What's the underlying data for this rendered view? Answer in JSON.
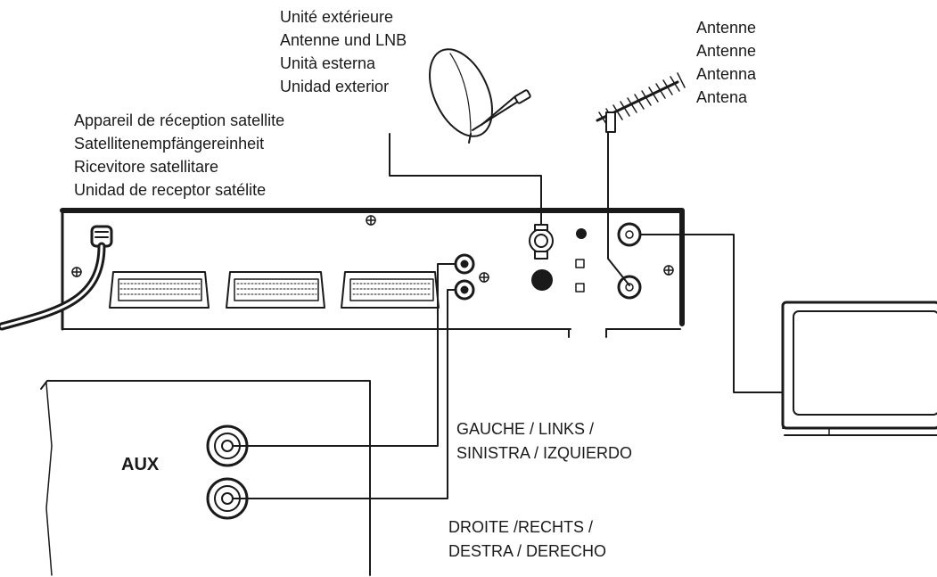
{
  "labels": {
    "outdoor_unit": [
      "Unité extérieure",
      "Antenne und LNB",
      "Unità esterna",
      "Unidad exterior"
    ],
    "antenna": [
      "Antenne",
      "Antenne",
      "Antenna",
      "Antena"
    ],
    "receiver": [
      "Appareil de réception satellite",
      "Satellitenempfängereinheit",
      "Ricevitore satellitare",
      "Unidad de receptor satélite"
    ],
    "audio_left": [
      "GAUCHE / LINKS /",
      "SINISTRA / IZQUIERDO"
    ],
    "audio_right": [
      "DROITE /RECHTS /",
      "DESTRA / DERECHO"
    ],
    "aux": "AUX"
  },
  "colors": {
    "ink": "#1a1a1a",
    "background": "#ffffff"
  }
}
